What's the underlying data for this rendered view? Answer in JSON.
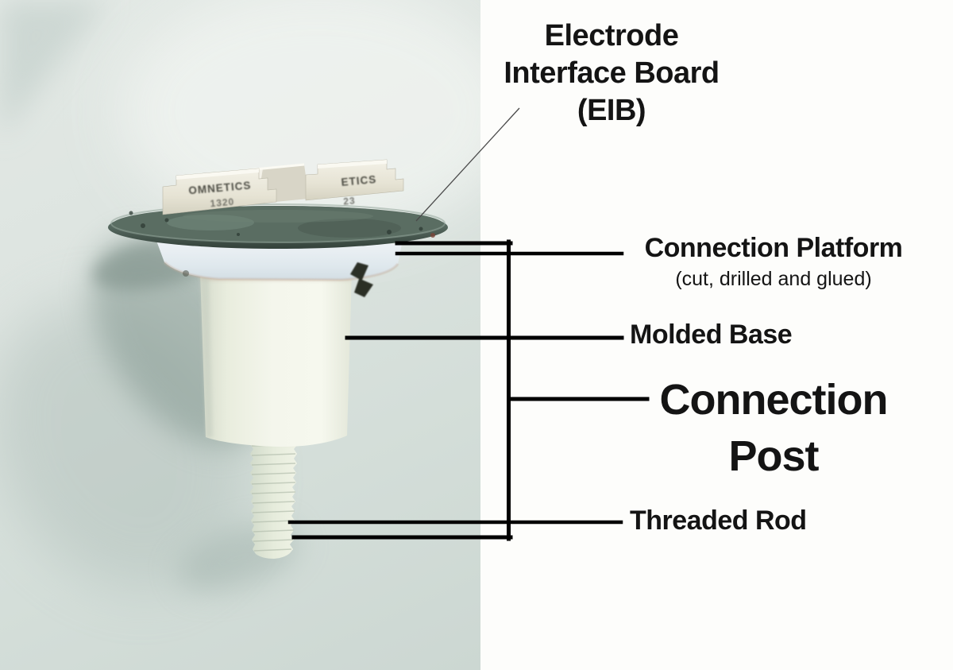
{
  "annotations": {
    "eib": {
      "line1": "Electrode",
      "line2": "Interface Board",
      "line3": "(EIB)"
    },
    "connection_platform": {
      "title": "Connection Platform",
      "subtitle": "(cut, drilled and glued)"
    },
    "molded_base": {
      "title": "Molded Base"
    },
    "connection_post": {
      "line1": "Connection",
      "line2": "Post"
    },
    "threaded_rod": {
      "title": "Threaded Rod"
    }
  },
  "photo": {
    "connectors": {
      "left": {
        "line1": "OMNETICS",
        "line2": "1320"
      },
      "right": {
        "line1": "ETICS",
        "line2": "23"
      }
    }
  },
  "colors": {
    "annotation_line": "#000000",
    "thin_leader_line": "#4a4a4a",
    "label_text": "#141414",
    "photo_background": "#dbe3df",
    "panel_background": "#fdfdfb",
    "pcb_board_green": "#52655b",
    "plastic_white": "#f2f4ea",
    "cast_shadow": "#8aa098"
  }
}
